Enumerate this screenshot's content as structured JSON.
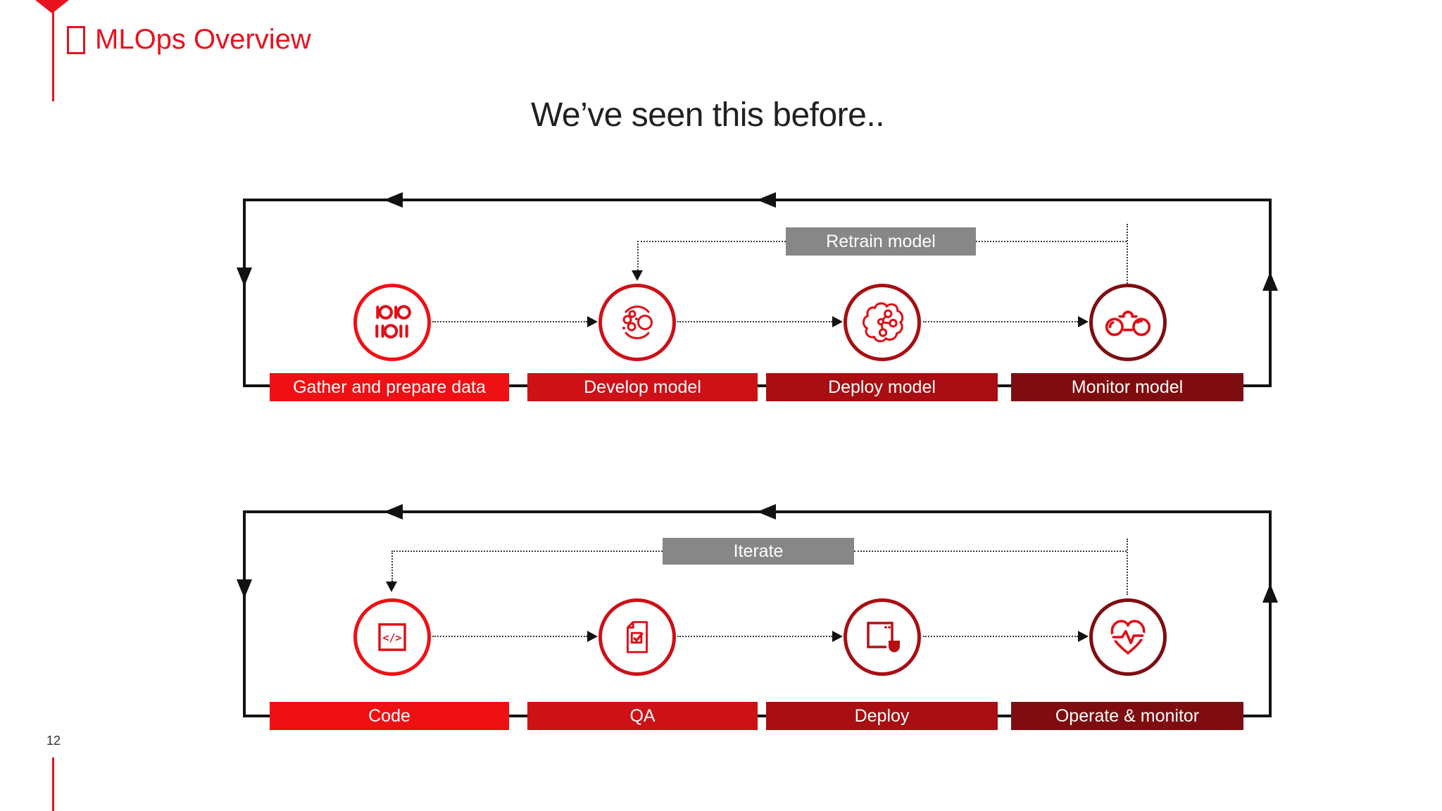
{
  "header": {
    "title": "MLOps Overview"
  },
  "title": "We’ve seen this before..",
  "page_number": "12",
  "colors": {
    "accent_red": "#E8121E",
    "stage1": "#EF1013",
    "stage2": "#CE1017",
    "stage3": "#A80E12",
    "stage4": "#7F0D10",
    "icon_red": "#DD1118",
    "deploy_icon_red": "#B50F13",
    "gray": "#878787",
    "line_black": "#121212"
  },
  "pipelines": [
    {
      "name": "machine-learning-lifecycle",
      "feedback_label": "Retrain model",
      "stages": [
        {
          "label": "Gather and prepare data",
          "icon": "binary-data-icon",
          "color": "#EF1013"
        },
        {
          "label": "Develop model",
          "icon": "ml-experiment-icon",
          "color": "#CE1017"
        },
        {
          "label": "Deploy model",
          "icon": "brain-network-icon",
          "color": "#A80E12"
        },
        {
          "label": "Monitor model",
          "icon": "binoculars-icon",
          "color": "#7F0D10"
        }
      ]
    },
    {
      "name": "devops-lifecycle",
      "feedback_label": "Iterate",
      "stages": [
        {
          "label": "Code",
          "icon": "code-icon",
          "color": "#EF1013"
        },
        {
          "label": "QA",
          "icon": "qa-checklist-icon",
          "color": "#CE1017"
        },
        {
          "label": "Deploy",
          "icon": "deploy-shield-icon",
          "color": "#A80E12"
        },
        {
          "label": "Operate & monitor",
          "icon": "heartbeat-icon",
          "color": "#7F0D10"
        }
      ]
    }
  ]
}
